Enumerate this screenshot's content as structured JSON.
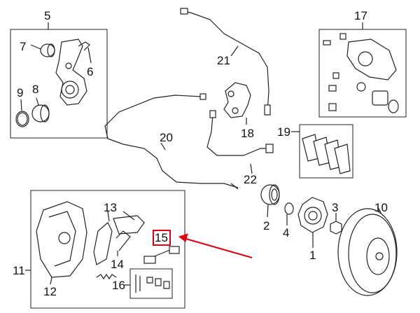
{
  "labels": {
    "n1": "1",
    "n2": "2",
    "n3": "3",
    "n4": "4",
    "n5": "5",
    "n6": "6",
    "n7": "7",
    "n8": "8",
    "n9": "9",
    "n10": "10",
    "n11": "11",
    "n12": "12",
    "n13": "13",
    "n14": "14",
    "n15": "15",
    "n16": "16",
    "n17": "17",
    "n18": "18",
    "n19": "19",
    "n20": "20",
    "n21": "21",
    "n22": "22"
  },
  "colors": {
    "highlight": "#e00010",
    "line": "#222222"
  }
}
